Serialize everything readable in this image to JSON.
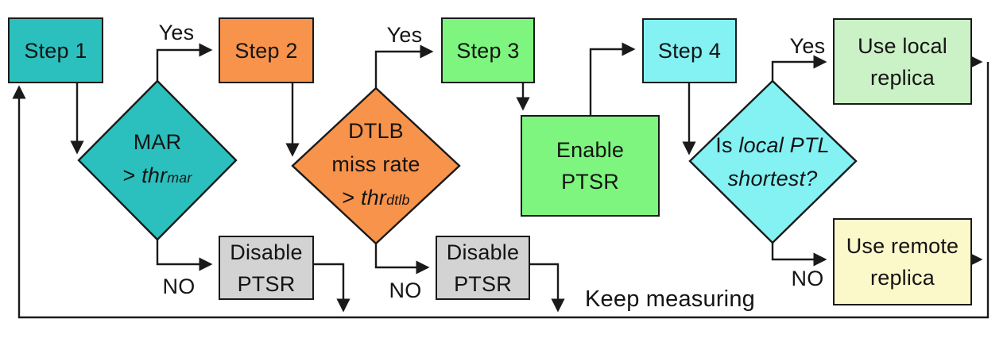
{
  "palette": {
    "teal": "#2bc0bd",
    "orange": "#f8934c",
    "green": "#7df57e",
    "cyan": "#84f1f3",
    "light_green": "#cbf1c6",
    "light_yellow": "#fbf8ca",
    "gray": "#d3d3d3",
    "wire": "#1a1a1a"
  },
  "boxes": {
    "step1": {
      "label": "Step 1",
      "fill": "#2bc0bd"
    },
    "step2": {
      "label": "Step 2",
      "fill": "#f8934c"
    },
    "step3": {
      "label": "Step 3",
      "fill": "#7df57e"
    },
    "step4": {
      "label": "Step 4",
      "fill": "#84f1f3"
    },
    "enable_ptsr": {
      "line1": "Enable",
      "line2": "PTSR",
      "fill": "#7df57e"
    },
    "disable_ptsr_1": {
      "line1": "Disable",
      "line2": "PTSR",
      "fill": "#d3d3d3"
    },
    "disable_ptsr_2": {
      "line1": "Disable",
      "line2": "PTSR",
      "fill": "#d3d3d3"
    },
    "use_local_replica": {
      "line1": "Use local",
      "line2": "replica",
      "fill": "#cbf1c6"
    },
    "use_remote_replica": {
      "line1": "Use remote",
      "line2": "replica",
      "fill": "#fbf8ca"
    }
  },
  "diamonds": {
    "mar": {
      "line1": "MAR",
      "op": ">",
      "var": "thr",
      "sub": "mar",
      "fill": "#2bc0bd"
    },
    "dtlb": {
      "line1": "DTLB",
      "line2": "miss rate",
      "op": ">",
      "var": "thr",
      "sub": "dtlb",
      "fill": "#f8934c"
    },
    "ptl": {
      "prefix": "Is",
      "question_line1": "local PTL",
      "question_line2": "shortest?",
      "fill": "#84f1f3"
    }
  },
  "labels": {
    "yes_mar": "Yes",
    "yes_dtlb": "Yes",
    "yes_ptl": "Yes",
    "no_mar": "NO",
    "no_dtlb": "NO",
    "no_ptl": "NO",
    "keep_measuring": "Keep measuring"
  }
}
